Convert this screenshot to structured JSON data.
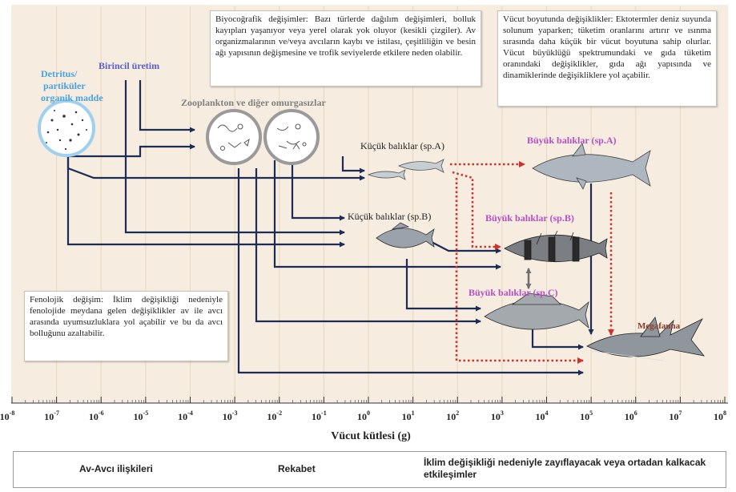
{
  "colors": {
    "arrow": "#1d2b57",
    "competition": "#6f6f6f",
    "climate": "#d0312d",
    "producer": "#5b5fc7",
    "detritus": "#4aa3df",
    "zooplankton": "#808080",
    "big_fish": "#b44fc4",
    "megafauna": "#8b3a2b",
    "background": "#f6ecdf"
  },
  "axis": {
    "label": "Vücut kütlesi (g)",
    "ticks": [
      {
        "base": "10",
        "exp": "-8"
      },
      {
        "base": "10",
        "exp": "-7"
      },
      {
        "base": "10",
        "exp": "-6"
      },
      {
        "base": "10",
        "exp": "-5"
      },
      {
        "base": "10",
        "exp": "-4"
      },
      {
        "base": "10",
        "exp": "-3"
      },
      {
        "base": "10",
        "exp": "-2"
      },
      {
        "base": "10",
        "exp": "-1"
      },
      {
        "base": "10",
        "exp": "0"
      },
      {
        "base": "10",
        "exp": "1"
      },
      {
        "base": "10",
        "exp": "2"
      },
      {
        "base": "10",
        "exp": "3"
      },
      {
        "base": "10",
        "exp": "4"
      },
      {
        "base": "10",
        "exp": "5"
      },
      {
        "base": "10",
        "exp": "6"
      },
      {
        "base": "10",
        "exp": "7"
      },
      {
        "base": "10",
        "exp": "8"
      }
    ],
    "scale": "log"
  },
  "nodes": {
    "detritus": [
      "Detritus/",
      "partiküler",
      "organik madde"
    ],
    "primary": "Birincil üretim",
    "zooplankton": "Zooplankton ve diğer omurgasızlar",
    "small_a": "Küçük balıklar (sp.A)",
    "small_b": "Küçük balıklar (sp.B)",
    "big_a": "Büyük balıklar (sp.A)",
    "big_b": "Büyük balıklar (sp.B)",
    "big_c": "Büyük balıklar (sp.C)",
    "megafauna": "Megafauna"
  },
  "notes": {
    "biogeo": "Biyocoğrafik değişimler: Bazı türlerde dağılım değişimleri, bolluk kayıpları yaşanıyor veya yerel olarak yok oluyor (kesikli çizgiler). Av organizmalarının ve/veya avcıların kaybı ve istilası, çeşitliliğin ve besin ağı yapısının değişmesine ve trofik seviyelerde etkilere neden olabilir.",
    "bodysize": "Vücut boyutunda değişiklikler: Ektotermler deniz suyunda solunum yaparken; tüketim oranlarını artırır ve ısınma sırasında daha küçük bir vücut boyutuna sahip olurlar. Vücut büyüklüğü spektrumundaki ve gıda tüketim oranındaki değişiklikler, gıda ağı yapısında ve dinamiklerinde değişikliklere yol açabilir.",
    "phenology": "Fenolojik değişim: İklim değişikliği nedeniyle fenolojide meydana gelen değişiklikler av ile avcı arasında uyumsuzluklara yol açabilir ve bu da avcı bolluğunu azaltabilir."
  },
  "legend": {
    "predator": "Av-Avcı ilişkileri",
    "competition": "Rekabet",
    "climate": "İklim değişikliği nedeniyle zayıflayacak veya ortadan kalkacak etkileşimler"
  }
}
